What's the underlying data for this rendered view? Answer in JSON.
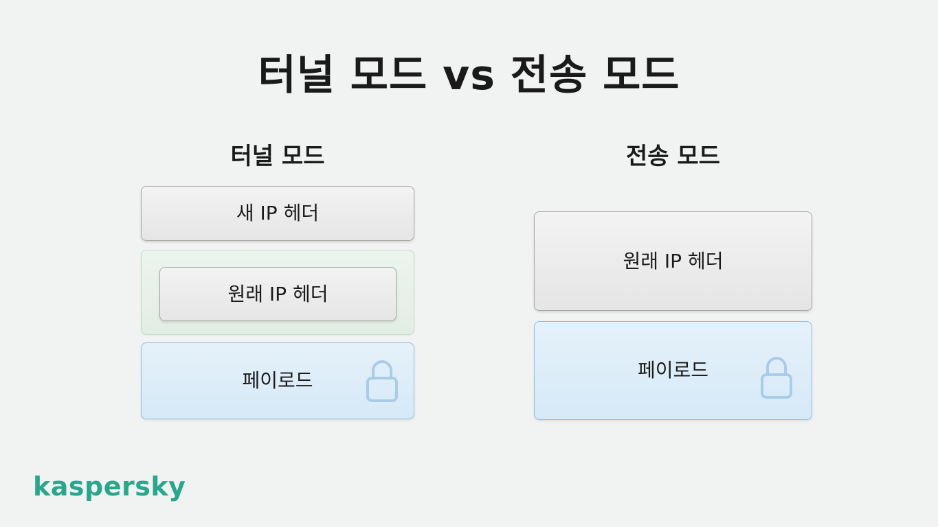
{
  "title": "터널 모드 vs 전송 모드",
  "tunnel_mode": {
    "title": "터널 모드",
    "new_ip_header": "새 IP 헤더",
    "original_ip_header": "원래 IP 헤더",
    "payload": "페이로드"
  },
  "transport_mode": {
    "title": "전송 모드",
    "original_ip_header": "원래 IP 헤더",
    "payload": "페이로드"
  },
  "logo": "kaspersky",
  "colors": {
    "brand": "#2aa68c",
    "header_box": "#e9e9e9",
    "encapsulation_box": "#e6f1e9",
    "payload_box": "#dcecf8",
    "lock": "#a9cce8"
  },
  "icons": {
    "payload_lock": "lock-icon"
  }
}
